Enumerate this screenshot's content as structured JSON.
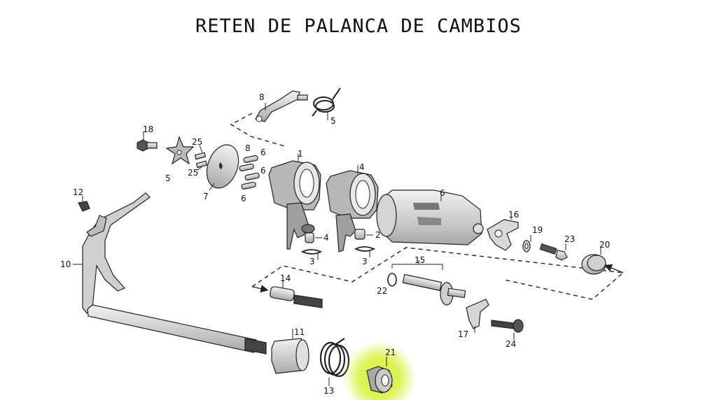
{
  "title": "RETEN DE PALANCA DE CAMBIOS",
  "highlight_color": "#d7f23a",
  "parts": [
    {
      "id": "p1",
      "label": "1"
    },
    {
      "id": "p2",
      "label": "2"
    },
    {
      "id": "p3a",
      "label": "3"
    },
    {
      "id": "p3b",
      "label": "3"
    },
    {
      "id": "p4a",
      "label": "4"
    },
    {
      "id": "p4b",
      "label": "4"
    },
    {
      "id": "p5a",
      "label": "5"
    },
    {
      "id": "p5b",
      "label": "5"
    },
    {
      "id": "p6a",
      "label": "6"
    },
    {
      "id": "p6b",
      "label": "6"
    },
    {
      "id": "p6c",
      "label": "6"
    },
    {
      "id": "p6d",
      "label": "6"
    },
    {
      "id": "p7",
      "label": "7"
    },
    {
      "id": "p8a",
      "label": "8"
    },
    {
      "id": "p8b",
      "label": "8"
    },
    {
      "id": "p10",
      "label": "10"
    },
    {
      "id": "p11",
      "label": "11"
    },
    {
      "id": "p12",
      "label": "12"
    },
    {
      "id": "p13",
      "label": "13"
    },
    {
      "id": "p14",
      "label": "14"
    },
    {
      "id": "p15",
      "label": "15"
    },
    {
      "id": "p16",
      "label": "16"
    },
    {
      "id": "p17",
      "label": "17"
    },
    {
      "id": "p18",
      "label": "18"
    },
    {
      "id": "p19",
      "label": "19"
    },
    {
      "id": "p20",
      "label": "20"
    },
    {
      "id": "p21",
      "label": "21"
    },
    {
      "id": "p22",
      "label": "22"
    },
    {
      "id": "p23",
      "label": "23"
    },
    {
      "id": "p24",
      "label": "24"
    },
    {
      "id": "p25a",
      "label": "25"
    },
    {
      "id": "p25b",
      "label": "25"
    }
  ]
}
